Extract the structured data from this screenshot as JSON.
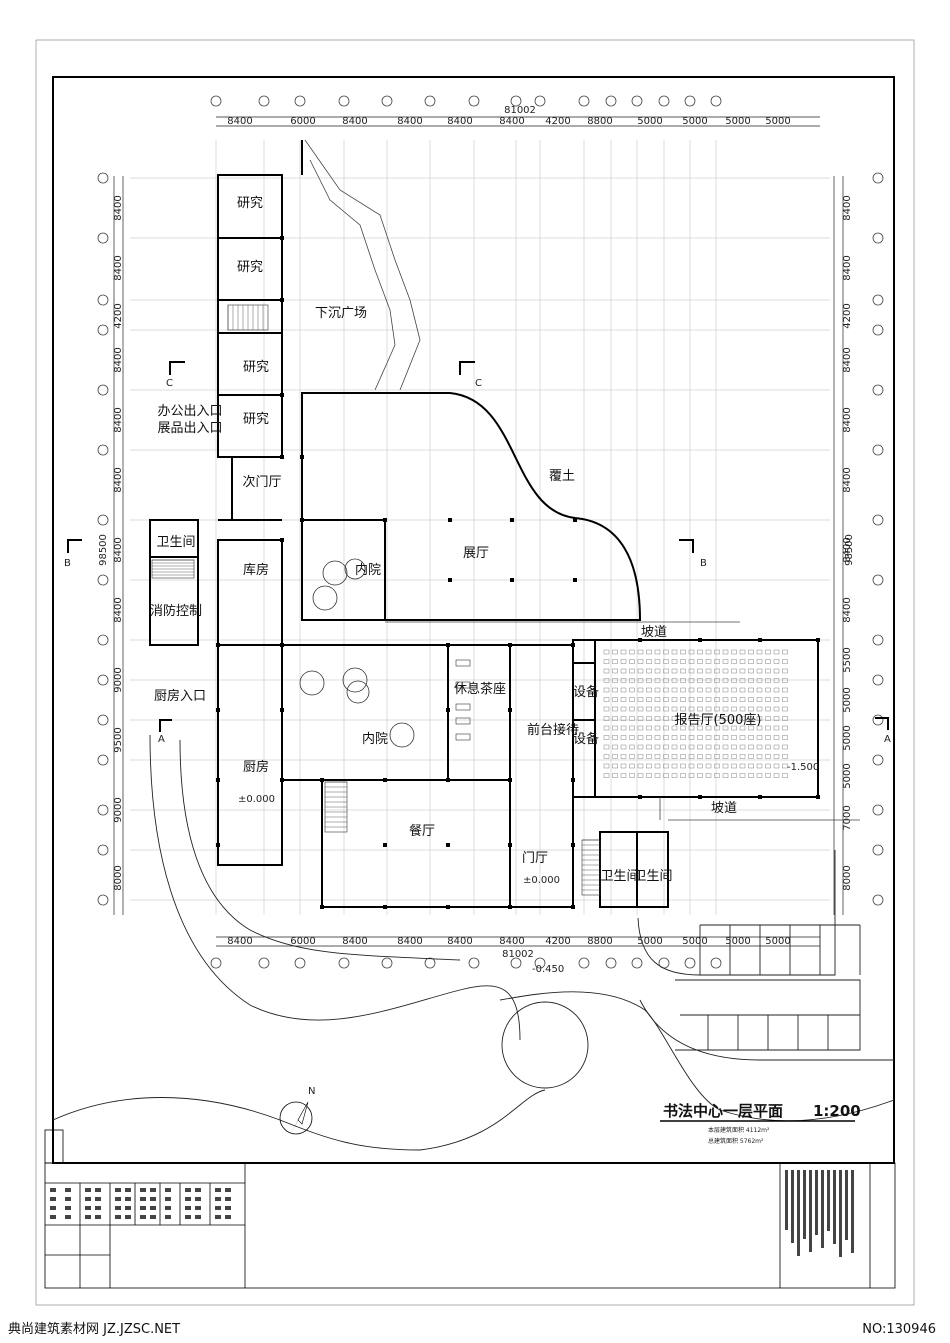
{
  "drawing": {
    "top_total": "81002",
    "bottom_total": "81002",
    "top_dims": [
      "8400",
      "6000",
      "8400",
      "8400",
      "8400",
      "8400",
      "4200",
      "8800",
      "5000",
      "5000",
      "5000",
      "5000"
    ],
    "bottom_dims": [
      "8400",
      "6000",
      "8400",
      "8400",
      "8400",
      "8400",
      "4200",
      "8800",
      "5000",
      "5000",
      "5000",
      "5000"
    ],
    "left_dims": [
      "8400",
      "8400",
      "4200",
      "8400",
      "8400",
      "8400",
      "8400",
      "8400",
      "9000",
      "9500",
      "9000",
      "8000"
    ],
    "right_dims": [
      "8400",
      "8400",
      "4200",
      "8400",
      "8400",
      "8400",
      "8400",
      "8400",
      "5500",
      "5000",
      "5000",
      "5000",
      "7000",
      "8000"
    ],
    "left_total": "98500",
    "right_total": "98500",
    "rooms": {
      "research1": "研究",
      "research2": "研究",
      "research3": "研究",
      "research4": "研究",
      "sunken_plaza": "下沉广场",
      "office_entry": "办公出入口",
      "exhibit_entry": "展品出入口",
      "secondary_hall": "次门厅",
      "covered_soil": "覆土",
      "toilet_left": "卫生间",
      "storage": "库房",
      "courtyard_top": "内院",
      "exhibition_hall": "展厅",
      "fire_control": "消防控制",
      "ramp_top": "坡道",
      "kitchen_entry": "厨房入口",
      "tea_lounge": "休息茶座",
      "courtyard_mid": "内院",
      "reception": "前台接待",
      "equipment1": "设备",
      "equipment2": "设备",
      "auditorium": "报告厅(500座)",
      "kitchen": "厨房",
      "ramp_bottom": "坡道",
      "restaurant": "餐厅",
      "lobby": "门厅",
      "toilet_r1": "卫生间",
      "toilet_r2": "卫生间"
    },
    "levels": {
      "kitchen_level": "±0.000",
      "lobby_level": "±0.000",
      "auditorium_level": "-1.500",
      "outside_level": "-0.450"
    },
    "section_marks": {
      "c": "C",
      "b": "B",
      "a": "A"
    },
    "north": "N",
    "title": "书法中心一层平面",
    "scale": "1:200",
    "area_floor": "本层建筑面积 4112m²",
    "area_total": "总建筑面积 5762m²"
  },
  "footer": {
    "site": "典尚建筑素材网 JZ.JZSC.NET",
    "number": "NO:130946"
  }
}
